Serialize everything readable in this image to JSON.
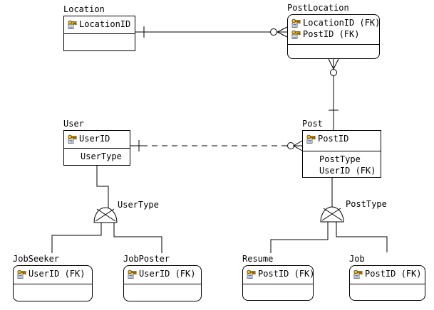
{
  "diagram_type": "entity-relationship-diagram",
  "colors": {
    "line": "#000000",
    "background": "#ffffff",
    "key_gold": "#f0c430",
    "key_outline": "#7a5200",
    "card_lines": "#4d6fd1"
  },
  "icons": {
    "primary_key": "key-icon"
  },
  "entities": [
    {
      "name": "Location",
      "shape": "square",
      "key_attrs": [
        "LocationID"
      ],
      "attrs": []
    },
    {
      "name": "PostLocation",
      "shape": "rounded",
      "key_attrs": [
        "LocationID (FK)",
        "PostID (FK)"
      ],
      "attrs": []
    },
    {
      "name": "User",
      "shape": "square",
      "key_attrs": [
        "UserID"
      ],
      "attrs": [
        "UserType"
      ]
    },
    {
      "name": "Post",
      "shape": "square",
      "key_attrs": [
        "PostID"
      ],
      "attrs": [
        "PostType",
        "UserID (FK)"
      ]
    },
    {
      "name": "JobSeeker",
      "shape": "rounded",
      "key_attrs": [
        "UserID (FK)"
      ],
      "attrs": []
    },
    {
      "name": "JobPoster",
      "shape": "rounded",
      "key_attrs": [
        "UserID (FK)"
      ],
      "attrs": []
    },
    {
      "name": "Resume",
      "shape": "rounded",
      "key_attrs": [
        "PostID (FK)"
      ],
      "attrs": []
    },
    {
      "name": "Job",
      "shape": "rounded",
      "key_attrs": [
        "PostID (FK)"
      ],
      "attrs": []
    }
  ],
  "discriminators": [
    {
      "label": "UserType",
      "subtypes": [
        "JobSeeker",
        "JobPoster"
      ],
      "parent": "User"
    },
    {
      "label": "PostType",
      "subtypes": [
        "Resume",
        "Job"
      ],
      "parent": "Post"
    }
  ],
  "relationships": [
    {
      "from": "Location",
      "to": "PostLocation",
      "line": "solid",
      "from_cardinality": "one",
      "to_cardinality": "zero-or-many"
    },
    {
      "from": "PostLocation",
      "to": "Post",
      "line": "solid",
      "from_cardinality": "zero-or-many",
      "to_cardinality": "one"
    },
    {
      "from": "User",
      "to": "Post",
      "line": "dashed",
      "from_cardinality": "one",
      "to_cardinality": "zero-or-many"
    }
  ]
}
